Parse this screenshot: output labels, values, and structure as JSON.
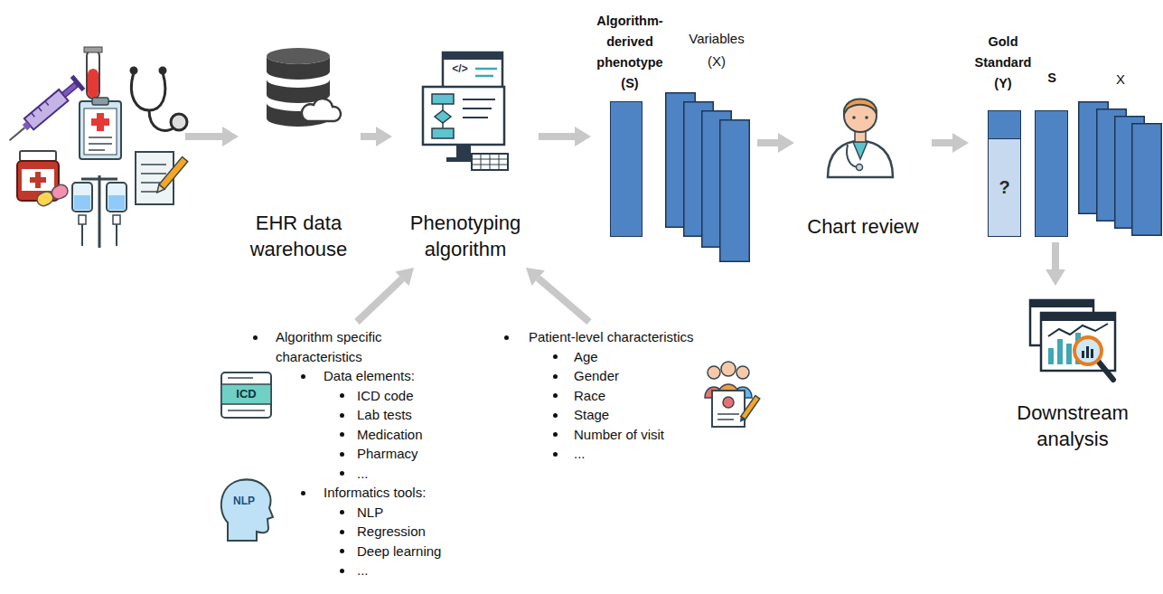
{
  "diagram": {
    "nodes": [
      {
        "text": [
          "EHR data warehouse"
        ]
      },
      {
        "text": [
          "Phenotyping algorithm"
        ]
      },
      {
        "text": [
          "Algorithm-derived phenotype (S)"
        ]
      },
      {
        "text": [
          "Variables (X)"
        ]
      },
      {
        "text": [
          "Chart review"
        ]
      },
      {
        "text": [
          "Gold Standard (Y)",
          "?"
        ]
      },
      {
        "text": [
          "S"
        ]
      },
      {
        "text": [
          "X"
        ]
      },
      {
        "text": [
          "Downstream analysis"
        ]
      },
      {
        "text": [
          "Algorithm specific characteristics",
          "Data elements:",
          "ICD code",
          "Lab tests",
          "Medication",
          "Pharmacy",
          "...",
          "Informatics tools:",
          "NLP",
          "Regression",
          "Deep learning",
          "..."
        ]
      },
      {
        "text": [
          "Patient-level characteristics",
          "Age",
          "Gender",
          "Race",
          "Stage",
          "Number of visit",
          "..."
        ]
      }
    ],
    "edges": [
      {
        "from": 0,
        "to": 1,
        "arrow": "to"
      },
      {
        "from": 1,
        "to": 2,
        "arrow": "to"
      },
      {
        "from": 3,
        "to": 4,
        "arrow": "to"
      },
      {
        "from": 4,
        "to": 5,
        "arrow": "to"
      },
      {
        "from": 6,
        "to": 8,
        "arrow": "to"
      },
      {
        "from": 9,
        "to": 1,
        "arrow": "to"
      },
      {
        "from": 10,
        "to": 1,
        "arrow": "to"
      }
    ],
    "labels": [
      "</>",
      "ICD",
      "NLP"
    ]
  }
}
